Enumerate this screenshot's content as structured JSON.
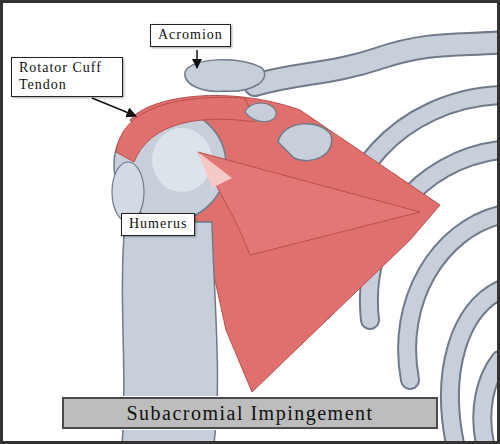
{
  "diagram": {
    "title": "Subacromial Impingement",
    "nodes": [
      {
        "text": [
          "Acromion"
        ]
      },
      {
        "text": [
          "Rotator Cuff Tendon"
        ]
      },
      {
        "text": [
          "Humerus"
        ]
      }
    ]
  }
}
